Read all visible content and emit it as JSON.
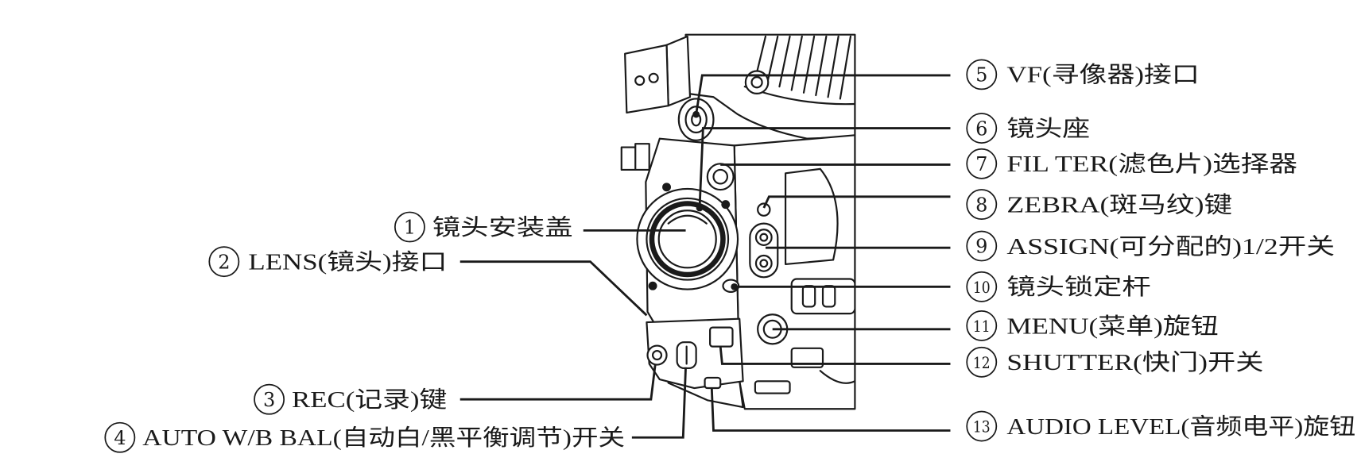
{
  "colors": {
    "ink": "#1a1a1a",
    "paper": "#ffffff"
  },
  "callouts": [
    {
      "num": "1",
      "text": "镜头安装盖"
    },
    {
      "num": "2",
      "text": "LENS(镜头)接口"
    },
    {
      "num": "3",
      "text": "REC(记录)键"
    },
    {
      "num": "4",
      "text": "AUTO W/B BAL(自动白/黑平衡调节)开关"
    },
    {
      "num": "5",
      "text": "VF(寻像器)接口"
    },
    {
      "num": "6",
      "text": "镜头座"
    },
    {
      "num": "7",
      "text": "FIL TER(滤色片)选择器"
    },
    {
      "num": "8",
      "text": "ZEBRA(斑马纹)键"
    },
    {
      "num": "9",
      "text": "ASSIGN(可分配的)1/2开关"
    },
    {
      "num": "10",
      "text": "镜头锁定杆"
    },
    {
      "num": "11",
      "text": "MENU(菜单)旋钮"
    },
    {
      "num": "12",
      "text": "SHUTTER(快门)开关"
    },
    {
      "num": "13",
      "text": "AUDIO LEVEL(音频电平)旋钮"
    }
  ]
}
